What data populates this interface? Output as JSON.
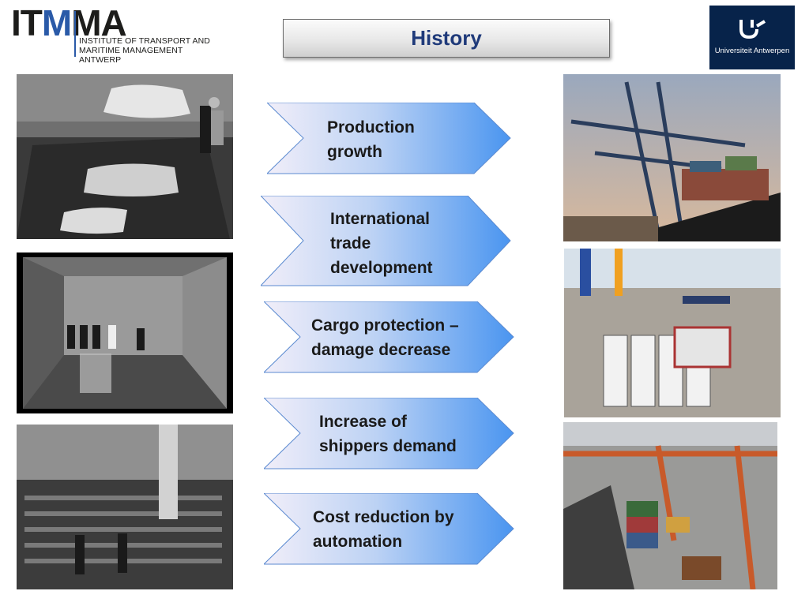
{
  "header": {
    "logo_left_big": "ITMMA",
    "logo_left_line1": "INSTITUTE OF TRANSPORT AND",
    "logo_left_line2": "MARITIME MANAGEMENT ANTWERP",
    "title": "History",
    "logo_right_text": "Universiteit Antwerpen"
  },
  "chevrons": [
    {
      "lines": [
        "Production",
        "growth"
      ]
    },
    {
      "lines": [
        "International",
        "trade",
        "development"
      ]
    },
    {
      "lines": [
        "Cargo protection –",
        "damage decrease"
      ]
    },
    {
      "lines": [
        "Increase of",
        "shippers demand"
      ]
    },
    {
      "lines": [
        "Cost reduction by",
        "automation"
      ]
    }
  ],
  "colors": {
    "title_text": "#1f3a7a",
    "chevron_light": "#e8e6f6",
    "chevron_dark": "#4a95f0",
    "ua_navy": "#07234a"
  }
}
